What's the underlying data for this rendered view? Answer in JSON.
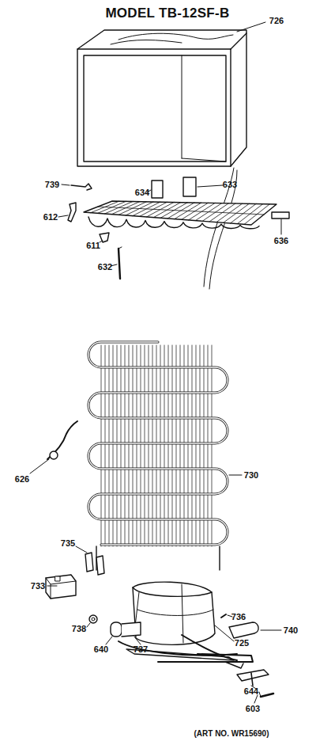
{
  "diagram": {
    "title": "MODEL TB-12SF-B",
    "caption": "(ART NO. WR15690)",
    "labels": [
      "726",
      "739",
      "634",
      "633",
      "612",
      "636",
      "611",
      "632",
      "626",
      "730",
      "736",
      "735",
      "725",
      "733",
      "740",
      "738",
      "640",
      "737",
      "644",
      "603"
    ]
  }
}
